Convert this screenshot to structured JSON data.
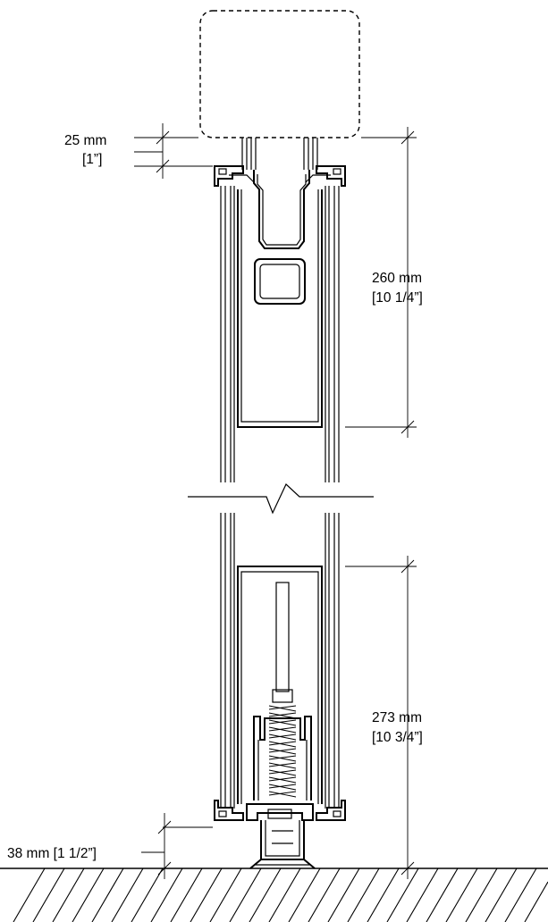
{
  "dimensions": {
    "top_gap": {
      "metric": "25 mm",
      "imperial": "[1”]"
    },
    "upper_section": {
      "metric": "260 mm",
      "imperial": "[10 1/4”]"
    },
    "lower_section": {
      "metric": "273 mm",
      "imperial": "[10 3/4”]"
    },
    "bottom_gap": {
      "label": "38 mm [1 1/2”]"
    }
  }
}
